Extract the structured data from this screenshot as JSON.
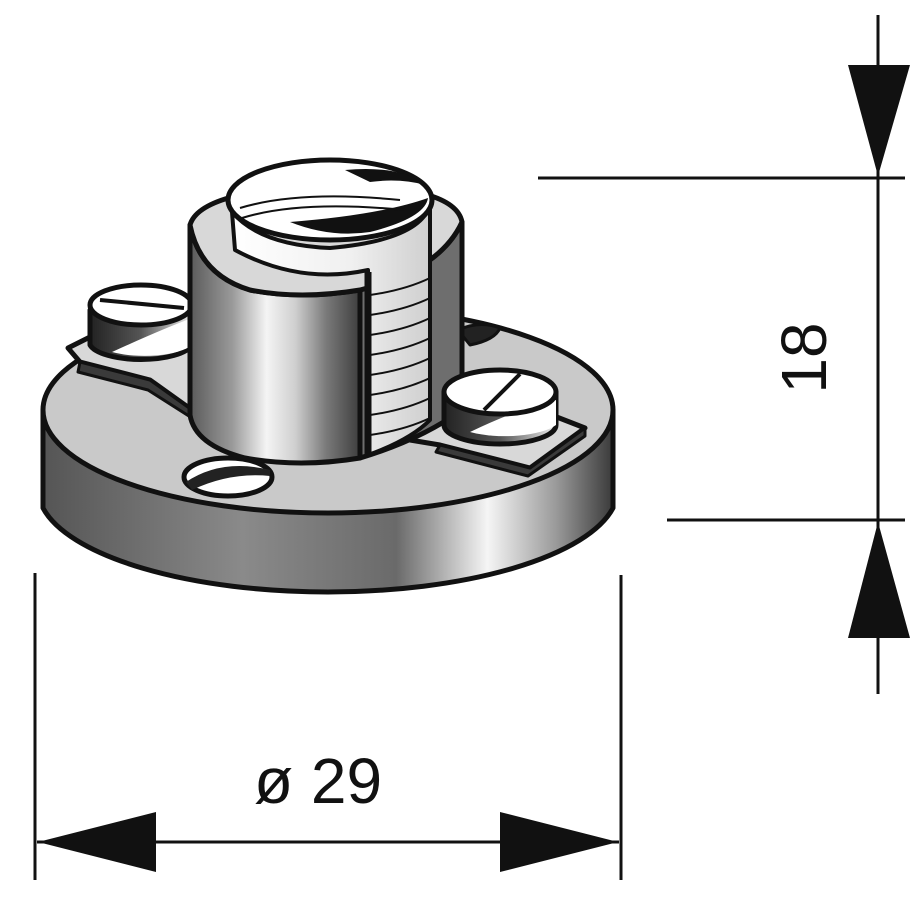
{
  "dimensions": {
    "diameter": {
      "symbol": "ø",
      "value": "29",
      "label": "ø 29"
    },
    "height": {
      "value": "18",
      "label": "18"
    }
  },
  "colors": {
    "line": "#111111",
    "metal_light": "#f2f2f2",
    "metal_mid": "#b8b8b8",
    "metal_dark": "#4a4a4a",
    "background": "#ffffff"
  },
  "icons": {
    "part": "flanged-lamp-holder-socket",
    "fasteners": "slotted-screw"
  }
}
